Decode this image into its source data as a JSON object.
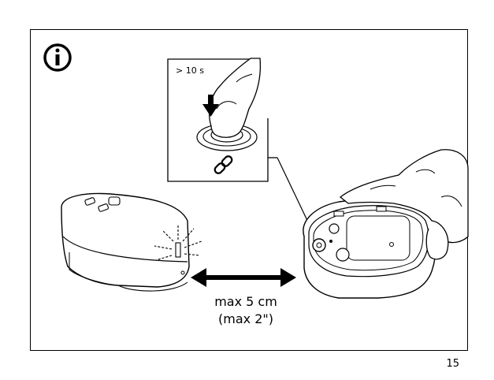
{
  "instruction": {
    "press_time": "> 10 s",
    "distance_cm": "max 5 cm",
    "distance_in": "(max 2\")"
  },
  "page_number": "15",
  "icons": [
    "info-icon",
    "link-icon",
    "press-arrow-icon"
  ]
}
